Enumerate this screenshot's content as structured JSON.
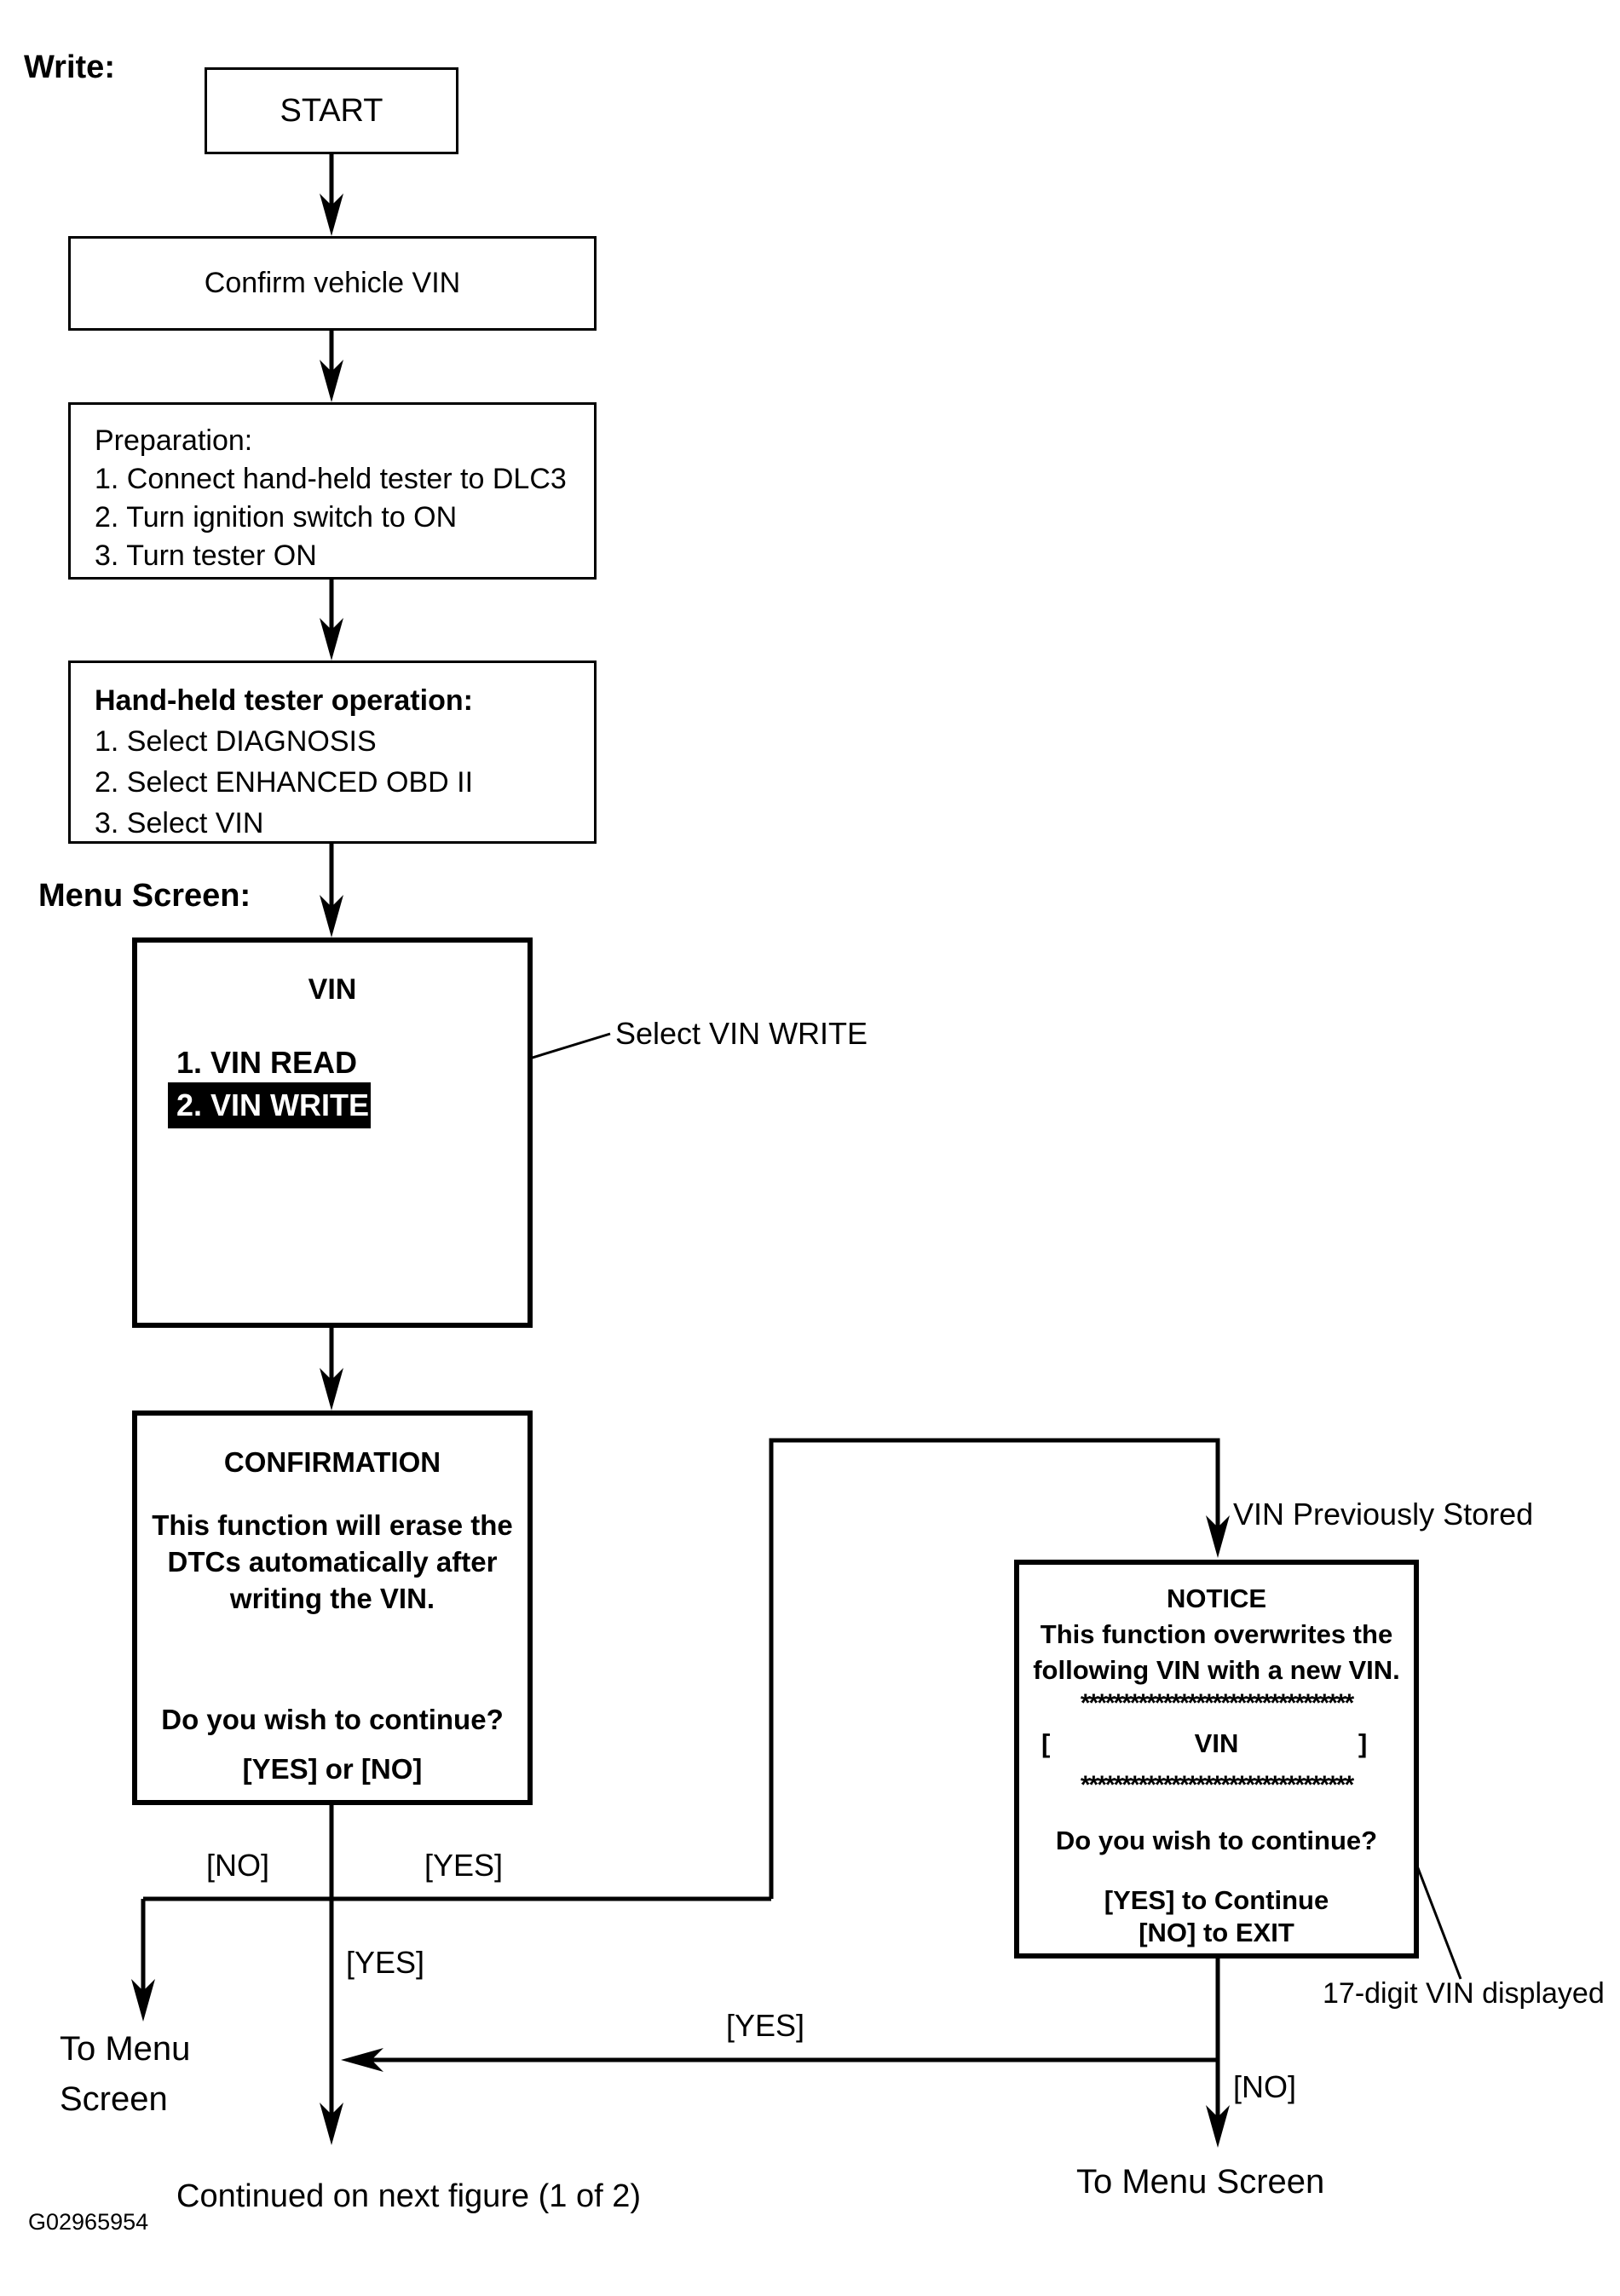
{
  "page": {
    "write_label": "Write:",
    "menu_screen_label": "Menu Screen:",
    "continued_note": "Continued on next figure (1 of 2)",
    "figure_code": "G02965954"
  },
  "flow": {
    "start": "START",
    "confirm_vin": "Confirm vehicle VIN",
    "preparation": {
      "title": "Preparation:",
      "steps": [
        "1. Connect hand-held tester to DLC3",
        "2. Turn ignition switch to ON",
        "3. Turn tester ON"
      ]
    },
    "tester_operation": {
      "title": "Hand-held tester operation:",
      "steps": [
        "1. Select DIAGNOSIS",
        "2. Select ENHANCED OBD II",
        "3. Select VIN"
      ]
    },
    "vin_menu": {
      "title": "VIN",
      "item_read": "1. VIN READ",
      "item_write": "2. VIN WRITE"
    },
    "confirmation": {
      "title": "CONFIRMATION",
      "body_line1": "This function will erase the",
      "body_line2": "DTCs automatically after",
      "body_line3": "writing the VIN.",
      "question": "Do you wish to continue?",
      "options": "[YES] or [NO]"
    },
    "notice": {
      "title": "NOTICE",
      "body_line1": "This function overwrites the",
      "body_line2": "following VIN with a new VIN.",
      "asterisk_row": "*********************************",
      "vin_bracket_open": "[",
      "vin_label": "VIN",
      "vin_bracket_close": "]",
      "question": "Do you wish to continue?",
      "option_yes": "[YES] to Continue",
      "option_no": "[NO] to EXIT"
    }
  },
  "annotations": {
    "select_vin_write": "Select VIN WRITE",
    "vin_previously_stored": "VIN Previously Stored",
    "vin_17_digit": "17-digit VIN displayed"
  },
  "branch_labels": {
    "confirm_no": "[NO]",
    "confirm_yes": "[YES]",
    "confirm_yes_down": "[YES]",
    "notice_return_yes": "[YES]",
    "notice_no": "[NO]"
  },
  "destinations": {
    "to_menu_left_line1": "To Menu",
    "to_menu_left_line2": "Screen",
    "to_menu_right": "To Menu Screen"
  },
  "colors": {
    "line": "#000000",
    "background": "#ffffff",
    "highlight_bg": "#000000",
    "highlight_text": "#ffffff"
  }
}
